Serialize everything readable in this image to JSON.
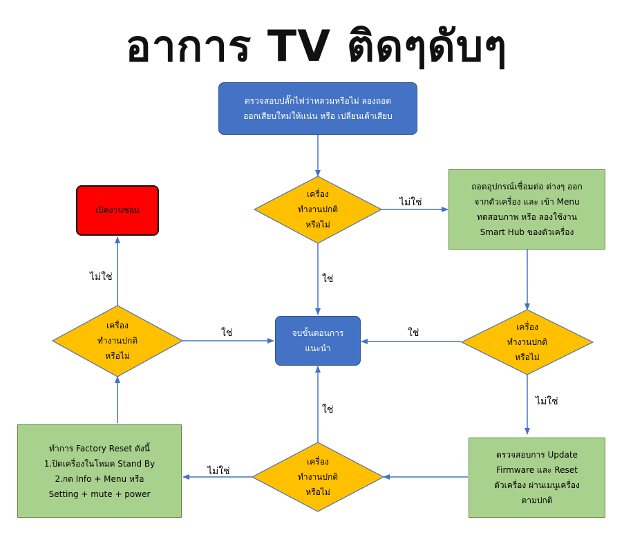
{
  "title": "อาการ TV ติดๆดับๆ",
  "nodes": {
    "start": [
      "ตรวจสอบปลั๊กไฟว่าหลวมหรือไม่ ลองถอด",
      "ออกเสียบใหม่ให้แน่น หรือ เปลี่ยนเต้าเสียบ"
    ],
    "repair": "เปิดงานซ่อม",
    "end": [
      "จบขั้นตอนการ",
      "แนะนำ"
    ],
    "disconnect": [
      "ถอดอุปกรณ์เชื่อมต่อ ต่างๆ ออก",
      "จากตัวเครื่อง และ เข้า Menu",
      "ทดสอบภาพ หรือ ลองใช้งาน",
      "Smart Hub  ของตัวเครื่อง"
    ],
    "firmware": [
      "ตรวจสอบการ Update",
      "Firmware และ Reset",
      "ตัวเครื่อง ผ่านเมนูเครื่อง",
      "ตามปกติ"
    ],
    "factory": [
      "ทำการ Factory Reset ดังนี้",
      "1.ปิดเครื่องในโหมด Stand By",
      "2.กด Info + Menu หรือ",
      "Setting + mute + power"
    ],
    "decision": [
      "เครื่อง",
      "ทำงานปกติ",
      "หรือไม่"
    ]
  },
  "labels": {
    "yes": "ใช่",
    "no": "ไม่ใช่"
  },
  "colors": {
    "blue": "#4472c4",
    "orange": "#ffc000",
    "green": "#a9d18e",
    "red": "#ff0000",
    "arrow": "#4472c4"
  }
}
